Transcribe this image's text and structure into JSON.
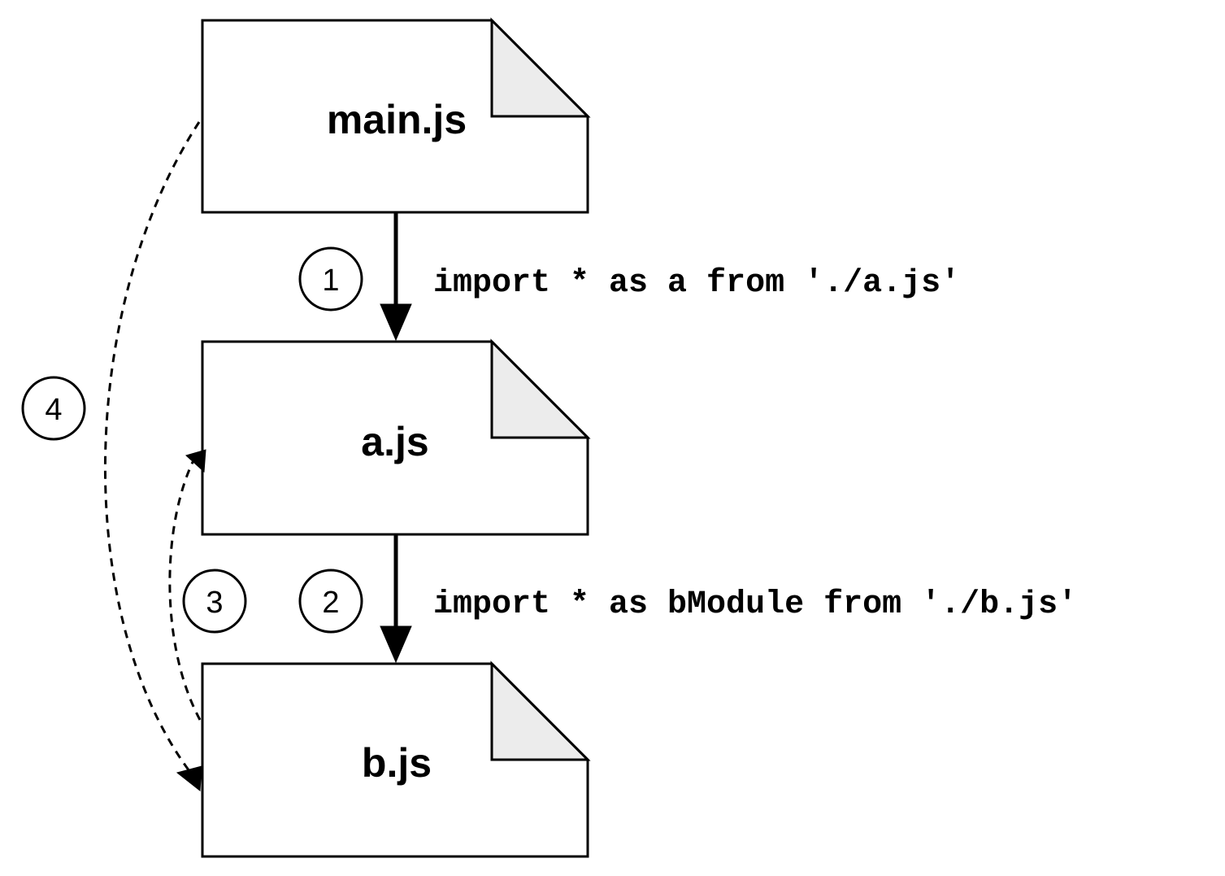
{
  "files": {
    "main": {
      "label": "main.js"
    },
    "a": {
      "label": "a.js"
    },
    "b": {
      "label": "b.js"
    }
  },
  "edges": {
    "main_to_a": {
      "step": "1",
      "label": "import * as a from './a.js'"
    },
    "a_to_b": {
      "step": "2",
      "label": "import * as bModule from './b.js'"
    },
    "b_to_a": {
      "step": "3"
    },
    "main_to_b": {
      "step": "4"
    }
  },
  "colors": {
    "stroke": "#000000",
    "fold": "#ececec",
    "background": "#ffffff"
  }
}
